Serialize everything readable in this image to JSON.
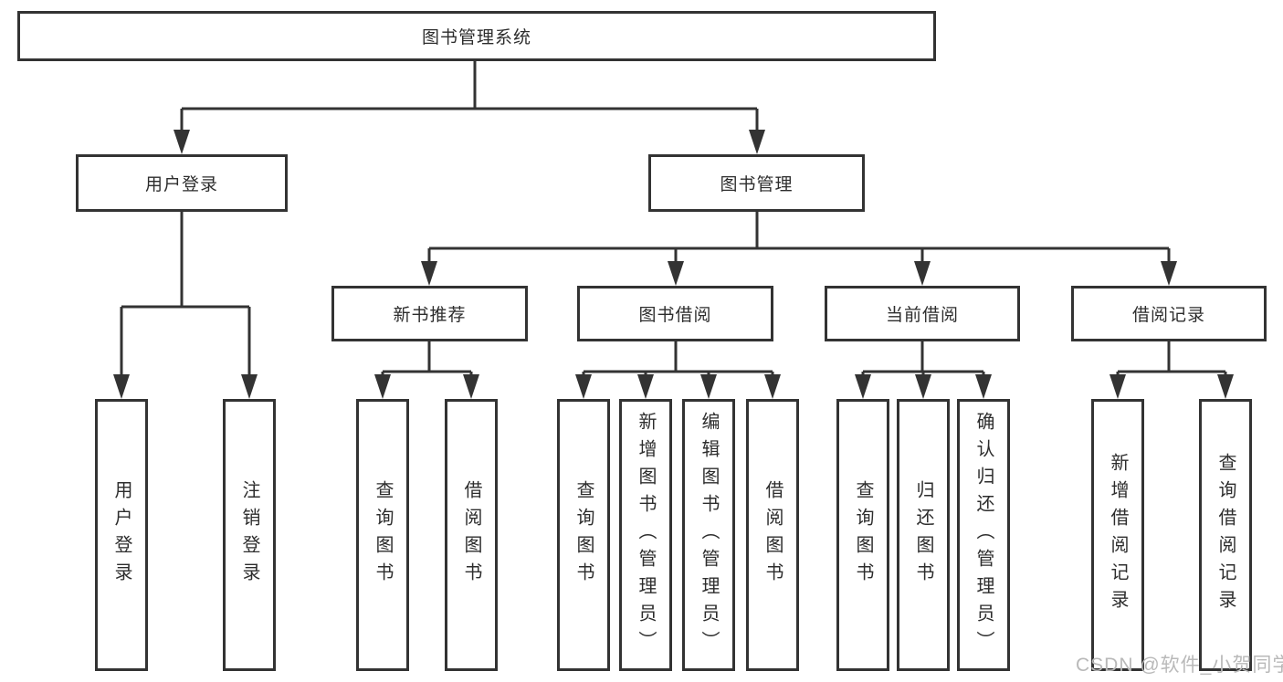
{
  "diagram_title": "图书管理系统",
  "tree": {
    "root": {
      "label": "图书管理系统"
    },
    "level2": [
      {
        "id": "user-login",
        "label": "用户登录"
      },
      {
        "id": "book-management",
        "label": "图书管理"
      }
    ],
    "level3": [
      {
        "id": "new-book-recommend",
        "parent": "图书管理",
        "label": "新书推荐"
      },
      {
        "id": "book-borrowing",
        "parent": "图书管理",
        "label": "图书借阅"
      },
      {
        "id": "current-borrowing",
        "parent": "图书管理",
        "label": "当前借阅"
      },
      {
        "id": "borrowing-records",
        "parent": "图书管理",
        "label": "借阅记录"
      }
    ],
    "leaves": [
      {
        "parent": "用户登录",
        "label": "用户登录"
      },
      {
        "parent": "用户登录",
        "label": "注销登录"
      },
      {
        "parent": "新书推荐",
        "label": "查询图书"
      },
      {
        "parent": "新书推荐",
        "label": "借阅图书"
      },
      {
        "parent": "图书借阅",
        "label": "查询图书"
      },
      {
        "parent": "图书借阅",
        "label": "新增图书（管理员）"
      },
      {
        "parent": "图书借阅",
        "label": "编辑图书（管理员）"
      },
      {
        "parent": "图书借阅",
        "label": "借阅图书"
      },
      {
        "parent": "当前借阅",
        "label": "查询图书"
      },
      {
        "parent": "当前借阅",
        "label": "归还图书"
      },
      {
        "parent": "当前借阅",
        "label": "确认归还（管理员）"
      },
      {
        "parent": "借阅记录",
        "label": "新增借阅记录"
      },
      {
        "parent": "借阅记录",
        "label": "查询借阅记录"
      }
    ]
  },
  "watermark": {
    "text": "CSDN @软件_小贺同学"
  },
  "colors": {
    "line": "#333333",
    "box_border": "#333333",
    "text": "#2d2d2d",
    "watermark": "#b9b9b9",
    "background": "#ffffff"
  }
}
